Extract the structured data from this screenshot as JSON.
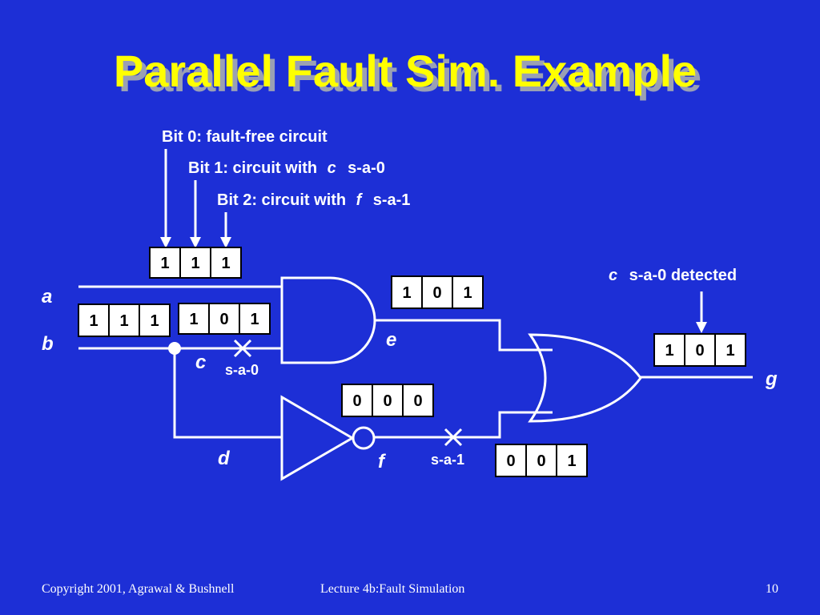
{
  "title": "Parallel Fault Sim. Example",
  "annotations": {
    "bit0": "Bit 0: fault-free circuit",
    "bit1_prefix": "Bit 1: circuit with",
    "bit1_var": "c",
    "bit1_suffix": "s-a-0",
    "bit2_prefix": "Bit 2: circuit with",
    "bit2_var": "f",
    "bit2_suffix": "s-a-1",
    "detected_var": "c",
    "detected_text": "s-a-0 detected"
  },
  "nodes": {
    "a": "a",
    "b": "b",
    "c": "c",
    "d": "d",
    "e": "e",
    "f": "f",
    "g": "g"
  },
  "faults": {
    "c_fault": "s-a-0",
    "f_fault": "s-a-1"
  },
  "bit_vectors": {
    "a": [
      "1",
      "1",
      "1"
    ],
    "b": [
      "1",
      "1",
      "1"
    ],
    "c": [
      "1",
      "0",
      "1"
    ],
    "e": [
      "1",
      "0",
      "1"
    ],
    "f": [
      "0",
      "0",
      "0"
    ],
    "f_faulty": [
      "0",
      "0",
      "1"
    ],
    "g": [
      "1",
      "0",
      "1"
    ]
  },
  "footer": {
    "copyright": "Copyright 2001, Agrawal & Bushnell",
    "lecture": "Lecture 4b:Fault Simulation",
    "page": "10"
  }
}
